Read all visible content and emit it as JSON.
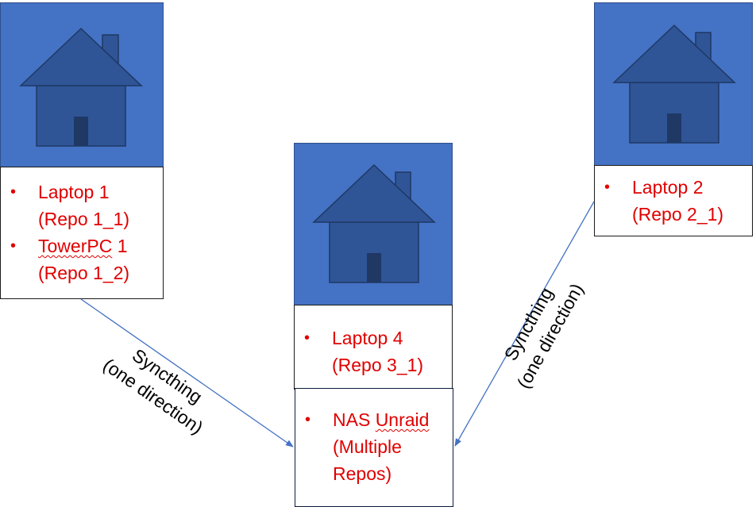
{
  "left_group": {
    "items": [
      {
        "line1": "Laptop 1",
        "line2": "(Repo 1_1)"
      },
      {
        "line1_pre": "",
        "line1_squiggle": "TowerPC",
        "line1_post": " 1",
        "line2": "(Repo 1_2)"
      }
    ]
  },
  "right_group": {
    "items": [
      {
        "line1": "Laptop 2",
        "line2": "(Repo 2_1)"
      }
    ]
  },
  "center_group": {
    "top_items": [
      {
        "line1": "Laptop 4",
        "line2": "(Repo 3_1)"
      }
    ],
    "bottom_items": [
      {
        "line1_pre": "NAS ",
        "line1_squiggle": "Unraid",
        "line2": "(Multiple",
        "line3": "Repos)"
      }
    ]
  },
  "sync_left": {
    "line1": "Syncthing",
    "line2": "(one direction)"
  },
  "sync_right": {
    "line1": "Syncthing",
    "line2": "(one direction)"
  },
  "colors": {
    "house_bg": "#4472c4",
    "house_fill": "#2f5597",
    "house_stroke": "#1f3864",
    "item_text": "#e00000",
    "arrow": "#4472c4"
  }
}
